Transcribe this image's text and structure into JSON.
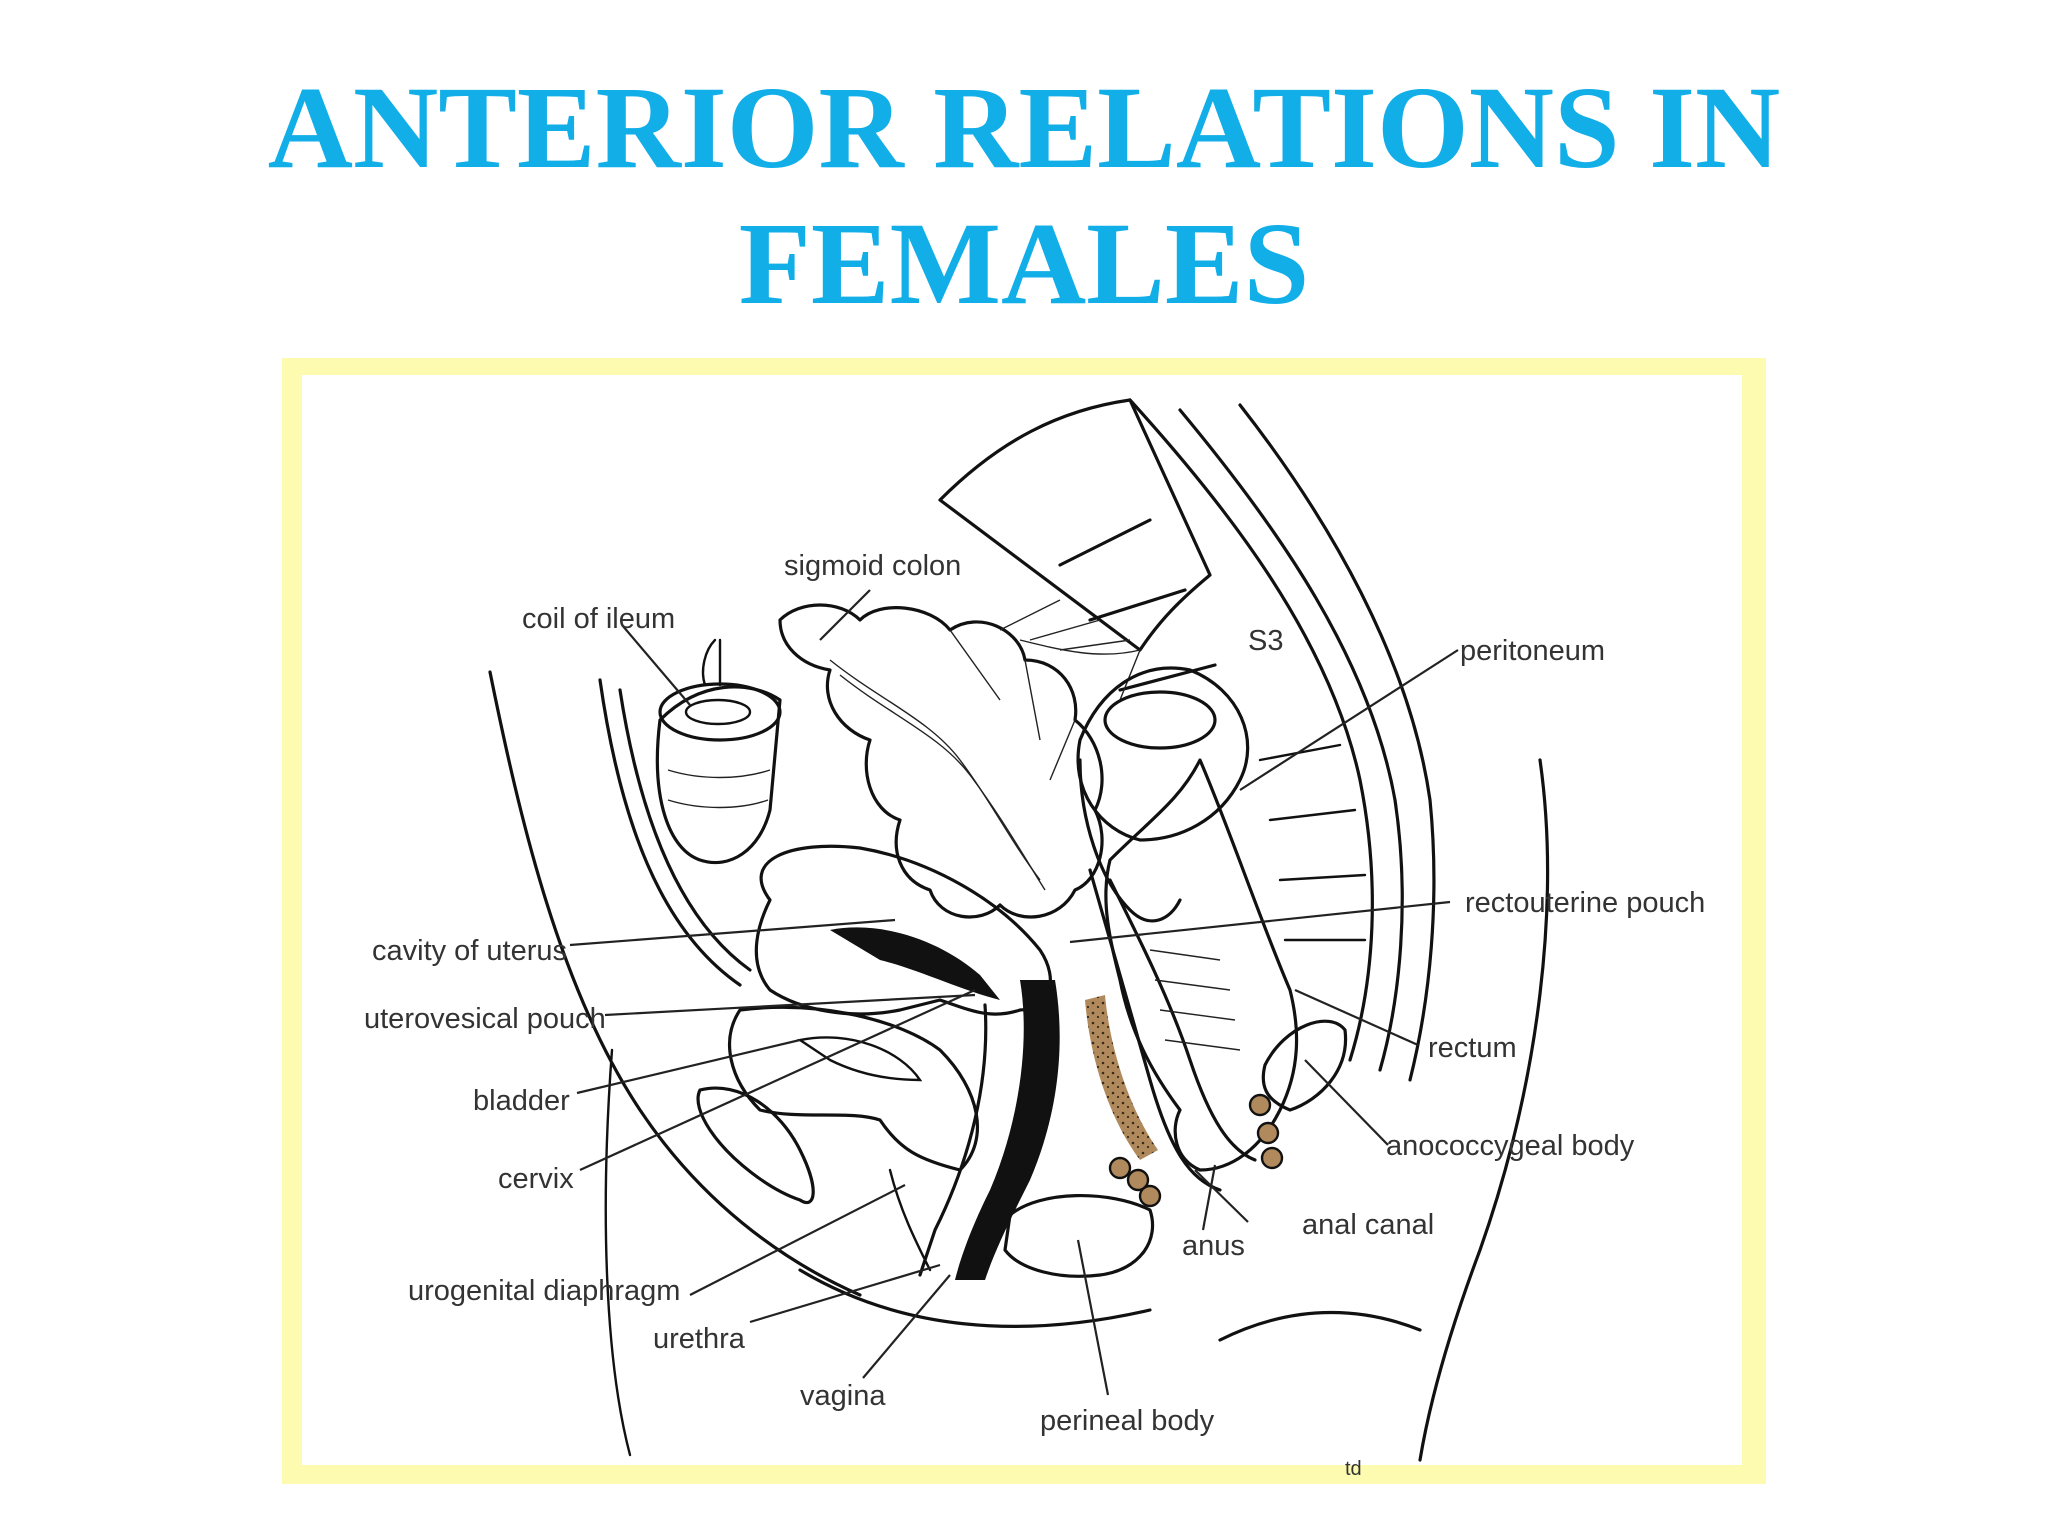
{
  "title": {
    "line1": "ANTERIOR RELATIONS IN",
    "line2": "FEMALES"
  },
  "colors": {
    "title": "#12aee8",
    "frame": "#fdfbb0",
    "intestine": "#b3dff0",
    "uterus_tissue": "#b08a5c",
    "fibrous_body": "#a8d9a8"
  },
  "diagram": {
    "labels": {
      "sigmoid_colon": "sigmoid colon",
      "coil_of_ileum": "coil of  ileum",
      "s3": "S3",
      "peritoneum": "peritoneum",
      "rectouterine_pouch": "rectouterine pouch",
      "cavity_of_uterus": "cavity of uterus",
      "uterovesical_pouch": "uterovesical pouch",
      "bladder": "bladder",
      "cervix": "cervix",
      "rectum": "rectum",
      "anococcygeal_body": "anococcygeal body",
      "anus": "anus",
      "anal_canal": "anal canal",
      "urogenital_diaphragm": "urogenital diaphragm",
      "urethra": "urethra",
      "vagina": "vagina",
      "perineal_body": "perineal body",
      "artist_mark": "td"
    }
  }
}
